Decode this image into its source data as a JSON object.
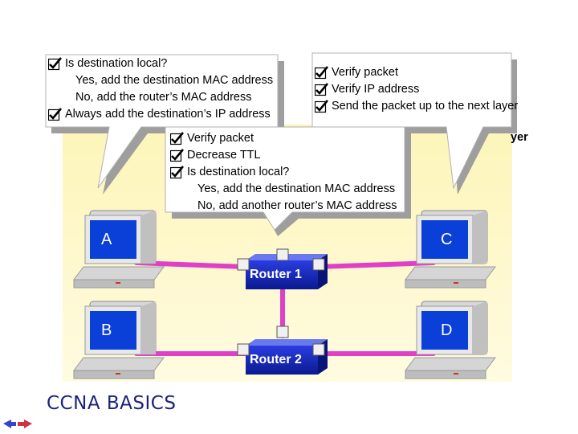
{
  "callouts": {
    "source": {
      "lines": [
        {
          "check": true,
          "text": "Is destination local?"
        },
        {
          "check": false,
          "text": "Yes, add the destination MAC address"
        },
        {
          "check": false,
          "text": "No, add the router’s MAC address"
        },
        {
          "check": true,
          "text": "Always add the destination’s IP address"
        }
      ]
    },
    "destination": {
      "lines": [
        {
          "check": true,
          "text": "Verify packet"
        },
        {
          "check": true,
          "text": "Verify IP address"
        },
        {
          "check": true,
          "text": "Send the packet up to the next layer"
        }
      ],
      "clipped_tail": "yer"
    },
    "router": {
      "lines": [
        {
          "check": true,
          "text": "Verify packet"
        },
        {
          "check": true,
          "text": "Decrease TTL"
        },
        {
          "check": true,
          "text": "Is destination local?"
        },
        {
          "check": false,
          "text": "Yes, add the destination MAC address"
        },
        {
          "check": false,
          "text": "No, add another router’s MAC address"
        }
      ]
    }
  },
  "hosts": {
    "a": "A",
    "b": "B",
    "c": "C",
    "d": "D"
  },
  "routers": {
    "r1": "Router 1",
    "r2": "Router 2"
  },
  "footer": "CCNA BASICS",
  "colors": {
    "panel": "#fdf7c2",
    "link": "#e040c8",
    "callout_fill": "#ffffff",
    "callout_shadow": "#9e9e9e",
    "router_blue": "#1a2fc8",
    "screen_blue": "#0a3fd8"
  }
}
